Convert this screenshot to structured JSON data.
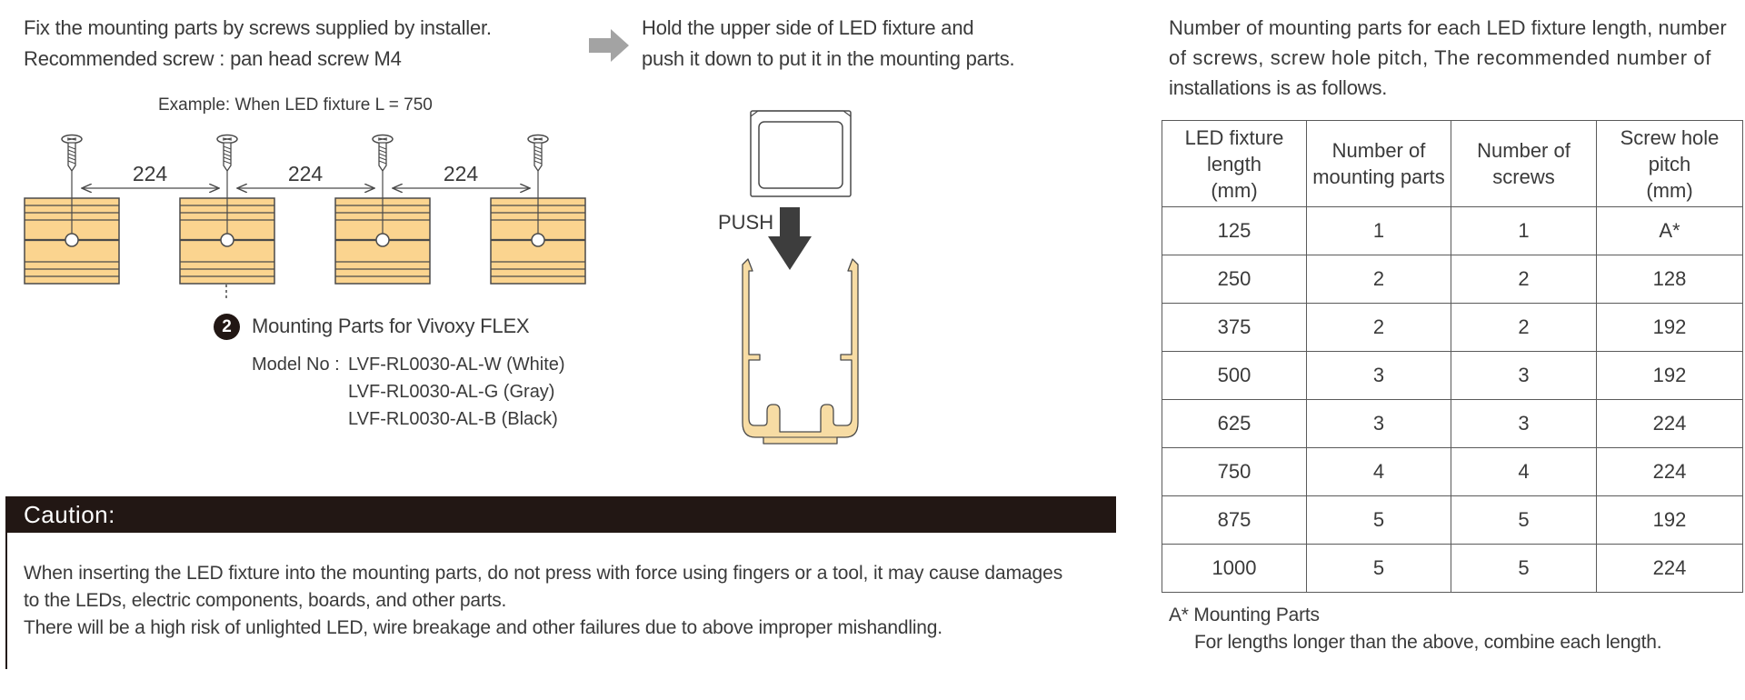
{
  "intro": {
    "step1_line1": "Fix the mounting parts by screws supplied by installer.",
    "step1_line2": "Recommended screw : pan head screw M4",
    "step2_line1": "Hold the upper side of LED fixture and",
    "step2_line2": "push it down to put it in the mounting parts."
  },
  "mounting_diagram": {
    "example_label": "Example: When LED fixture L = 750",
    "spacings": [
      "224",
      "224",
      "224"
    ],
    "badge_number": "2",
    "part_name": "Mounting Parts for Vivoxy FLEX",
    "model_label": "Model No :",
    "models": [
      "LVF-RL0030-AL-W (White)",
      "LVF-RL0030-AL-G (Gray)",
      "LVF-RL0030-AL-B (Black)"
    ]
  },
  "push_diagram": {
    "label": "PUSH"
  },
  "caution": {
    "title": "Caution:",
    "line1": "When inserting the LED fixture into the mounting parts, do not press with force using fingers or a tool, it may cause damages",
    "line2": "to the LEDs, electric components, boards, and other parts.",
    "line3": "There will be a high risk of unlighted LED, wire breakage and other failures due to above improper mishandling."
  },
  "table_intro": {
    "line1": "Number of mounting parts for each LED fixture length, number",
    "line2": "of screws, screw hole pitch, The recommended number of",
    "line3": "installations is as follows."
  },
  "table": {
    "headers": [
      [
        "LED fixture",
        "length",
        "(mm)"
      ],
      [
        "Number of",
        "mounting parts"
      ],
      [
        "Number of",
        "screws"
      ],
      [
        "Screw hole",
        "pitch",
        "(mm)"
      ]
    ],
    "rows": [
      [
        "125",
        "1",
        "1",
        "A*"
      ],
      [
        "250",
        "2",
        "2",
        "128"
      ],
      [
        "375",
        "2",
        "2",
        "192"
      ],
      [
        "500",
        "3",
        "3",
        "192"
      ],
      [
        "625",
        "3",
        "3",
        "224"
      ],
      [
        "750",
        "4",
        "4",
        "224"
      ],
      [
        "875",
        "5",
        "5",
        "192"
      ],
      [
        "1000",
        "5",
        "5",
        "224"
      ]
    ]
  },
  "footnote": {
    "line1": "A* Mounting Parts",
    "line2": "For lengths longer than the above, combine each length."
  },
  "colors": {
    "block_fill": "#fbd48f",
    "profile_fill": "#f7dca4",
    "outline": "#4a4a4a",
    "arrow_gray": "#a3a3a3",
    "dark": "#221714"
  }
}
